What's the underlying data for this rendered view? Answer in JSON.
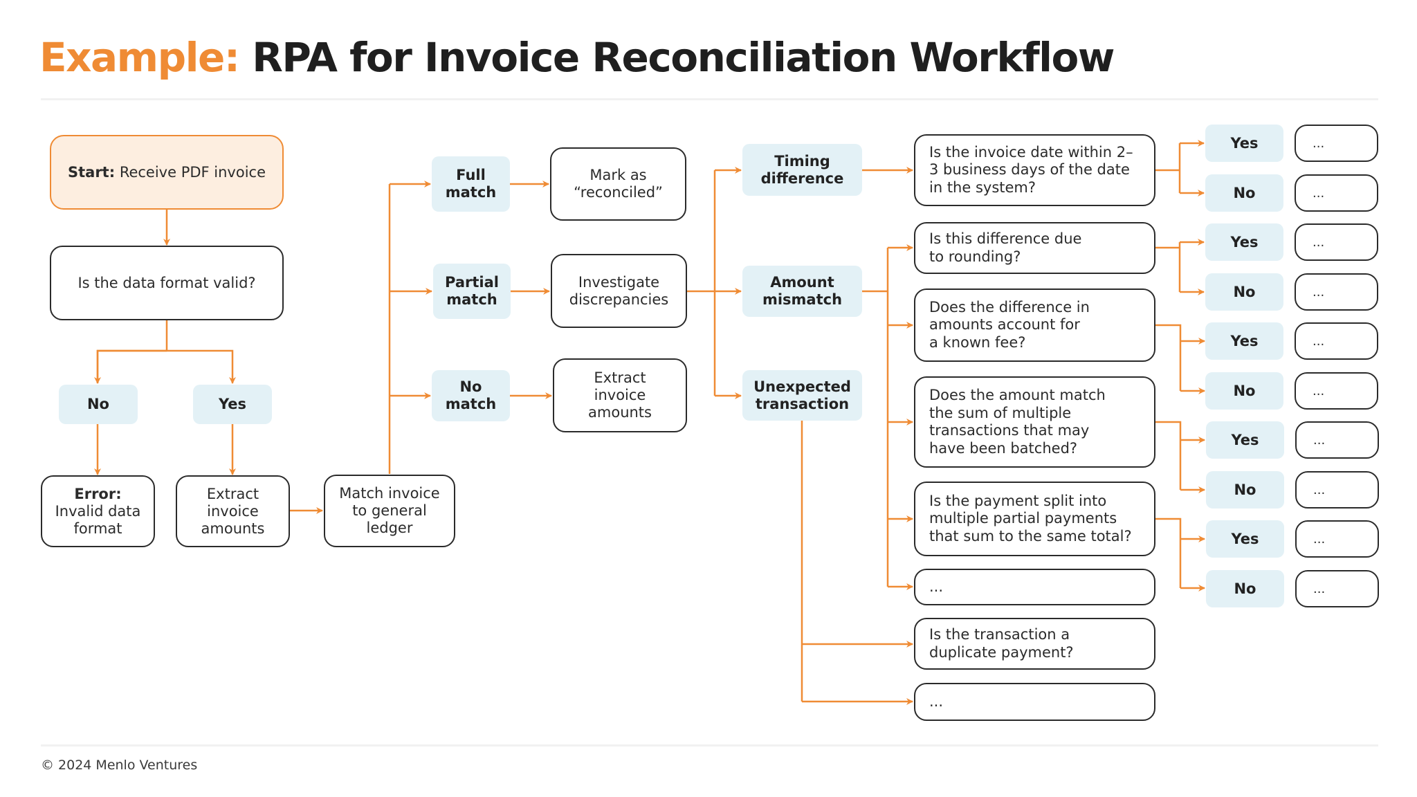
{
  "header": {
    "title_accent": "Example:",
    "title_rest": "RPA for Invoice Reconciliation Workflow"
  },
  "colors": {
    "accent": "#ef8b34",
    "tag_background": "#e3f1f6",
    "start_background": "#fdeee0",
    "box_border": "#2a2a2a"
  },
  "flow": {
    "start": {
      "label_bold": "Start:",
      "label": "Receive PDF invoice"
    },
    "validity_question": "Is the data format valid?",
    "validity_no": "No",
    "validity_yes": "Yes",
    "error": {
      "label_bold": "Error:",
      "label": "Invalid data format"
    },
    "extract_amounts": "Extract invoice amounts",
    "match_ledger": "Match invoice to general ledger",
    "match_outcomes": [
      {
        "tag": "Full match",
        "action": "Mark as “reconciled”"
      },
      {
        "tag": "Partial match",
        "action": "Investigate discrepancies"
      },
      {
        "tag": "No match",
        "action": "Extract invoice amounts"
      }
    ],
    "discrepancy_types": [
      {
        "tag": "Timing difference"
      },
      {
        "tag": "Amount mismatch"
      },
      {
        "tag": "Unexpected transaction"
      }
    ],
    "questions": [
      {
        "text": "Is the invoice date within 2–3 business days of the date in the system?",
        "yes": "Yes",
        "no": "No",
        "yes_result": "...",
        "no_result": "..."
      },
      {
        "text": "Is this difference due to rounding?",
        "yes": "Yes",
        "no": "No",
        "yes_result": "...",
        "no_result": "..."
      },
      {
        "text": "Does the difference in amounts account for a known fee?",
        "yes": "Yes",
        "no": "No",
        "yes_result": "...",
        "no_result": "..."
      },
      {
        "text": "Does the amount match the sum of multiple transactions that may have been batched?",
        "yes": "Yes",
        "no": "No",
        "yes_result": "...",
        "no_result": "..."
      },
      {
        "text": "Is the payment split into multiple partial payments that sum to the same total?",
        "yes": "Yes",
        "no": "No",
        "yes_result": "...",
        "no_result": "..."
      },
      {
        "text": "..."
      },
      {
        "text": "Is the transaction a duplicate payment?"
      },
      {
        "text": "..."
      }
    ]
  },
  "footer": {
    "copyright": "© 2024 Menlo Ventures"
  }
}
